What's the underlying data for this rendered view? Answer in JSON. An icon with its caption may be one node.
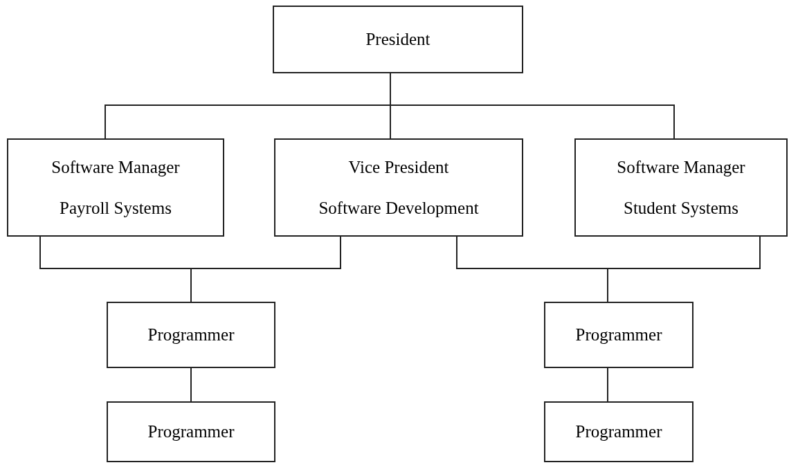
{
  "diagram": {
    "nodes": [
      {
        "text": [
          "President"
        ]
      },
      {
        "text": [
          "Software Manager",
          "Payroll Systems"
        ]
      },
      {
        "text": [
          "Vice President",
          "Software Development"
        ]
      },
      {
        "text": [
          "Software Manager",
          "Student Systems"
        ]
      },
      {
        "text": [
          "Programmer"
        ]
      },
      {
        "text": [
          "Programmer"
        ]
      },
      {
        "text": [
          "Programmer"
        ]
      },
      {
        "text": [
          "Programmer"
        ]
      }
    ],
    "edges": [
      {
        "from": 0,
        "to": 1,
        "arrow": "none"
      },
      {
        "from": 0,
        "to": 2,
        "arrow": "none"
      },
      {
        "from": 0,
        "to": 3,
        "arrow": "none"
      },
      {
        "from": 1,
        "to": 4,
        "arrow": "none"
      },
      {
        "from": 2,
        "to": 4,
        "arrow": "none"
      },
      {
        "from": 2,
        "to": 6,
        "arrow": "none"
      },
      {
        "from": 3,
        "to": 6,
        "arrow": "none"
      },
      {
        "from": 4,
        "to": 5,
        "arrow": "none"
      },
      {
        "from": 6,
        "to": 7,
        "arrow": "none"
      }
    ]
  }
}
